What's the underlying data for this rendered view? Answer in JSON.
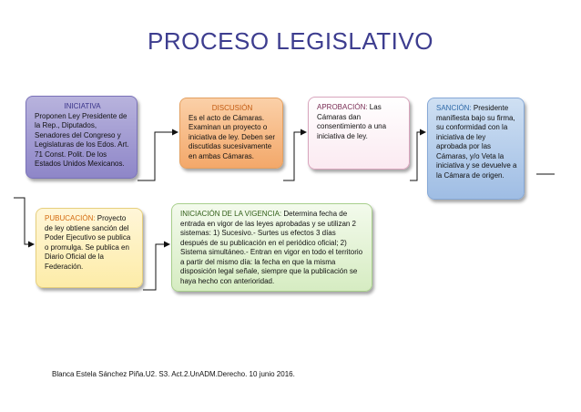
{
  "title": "PROCESO LEGISLATIVO",
  "nodes": [
    {
      "id": "iniciativa",
      "head": "INICIATIVA",
      "text": "Proponen Ley Presidente de la Rep., Diputados, Senadores del Congreso y Legislaturas de los Edos. Art. 71 Const. Polit. De los Estados Unidos Mexicanos."
    },
    {
      "id": "discusion",
      "head": "DISCUSIÓN",
      "text": "Es el acto de Cámaras. Examinan un proyecto o iniciativa de ley. Deben ser discutidas sucesivamente en ambas Cámaras."
    },
    {
      "id": "aprobacion",
      "head": "APROBACIÓN:",
      "text": " Las Cámaras dan consentimiento a una iniciativa de ley."
    },
    {
      "id": "sancion",
      "head": "SANCIÓN:",
      "text": " Presidente manifiesta bajo su firma, su conformidad con la iniciativa de ley aprobada por las Cámaras, y/o Veta la iniciativa y se devuelve a la Cámara de origen."
    },
    {
      "id": "publicacion",
      "head": "PUBUCACIÓN:",
      "text": " Proyecto de ley obtiene sanción del Poder Ejecutivo se publica o promulga. Se publica en Diario Oficial de la Federación."
    },
    {
      "id": "vigencia",
      "head": "INICIACIÓN DE LA VIGENCIA:",
      "text": " Determina fecha de entrada en vigor de las leyes aprobadas y se utilizan 2 sistemas: 1) Sucesivo.- Surtes us efectos 3 días después de su publicación en el periódico oficial; 2) Sistema simultáneo.- Entran en vigor en todo el territorio a partir del mismo día: la fecha en que la misma disposición legal señale, siempre que la publicación se haya hecho con anterioridad."
    }
  ],
  "edges": [
    {
      "from": "iniciativa",
      "to": "discusion"
    },
    {
      "from": "discusion",
      "to": "aprobacion"
    },
    {
      "from": "aprobacion",
      "to": "sancion"
    },
    {
      "from": "sancion",
      "to": "publicacion"
    },
    {
      "from": "publicacion",
      "to": "vigencia"
    }
  ],
  "footer": "Blanca Estela Sánchez Piña.U2. S3. Act.2.UnADM.Derecho. 10 junio 2016."
}
